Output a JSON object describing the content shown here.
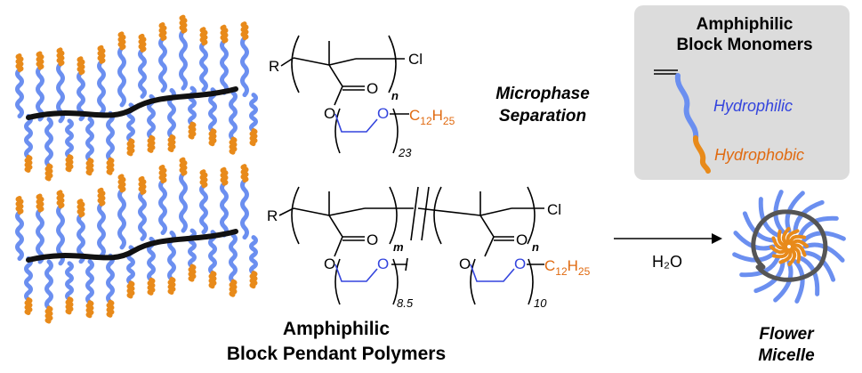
{
  "colors": {
    "hydrophilic": "#6b8ff0",
    "hydrophobic": "#e88a1a",
    "backbone": "#111111",
    "peg": "#3344dd",
    "alkyl": "#e06a10",
    "panel": "#dcdcdc"
  },
  "top_structure": {
    "r_group": "R",
    "end_group": "Cl",
    "repeat": "n",
    "carbonyl_o": "O",
    "ester_o": "O",
    "ether_o": "O",
    "alkyl": "C",
    "alkyl_c_sub": "12",
    "alkyl_h": "H",
    "alkyl_h_sub": "25",
    "peg_count": "23"
  },
  "bottom_structure": {
    "r_group": "R",
    "end_group": "Cl",
    "repeat_1": "m",
    "repeat_2": "n",
    "carbonyl_o_1": "O",
    "carbonyl_o_2": "O",
    "ester_o_1": "O",
    "ester_o_2": "O",
    "ether_o_1": "O",
    "ether_o_2": "O",
    "alkyl": "C",
    "alkyl_c_sub": "12",
    "alkyl_h": "H",
    "alkyl_h_sub": "25",
    "peg_count_1": "8.5",
    "peg_count_2": "10"
  },
  "microphase": {
    "line1": "Microphase",
    "line2": "Separation"
  },
  "legend": {
    "title_line1": "Amphiphilic",
    "title_line2": "Block Monomers",
    "hydrophilic": "Hydrophilic",
    "hydrophobic": "Hydrophobic"
  },
  "arrow_label": "H₂O",
  "polymer_caption": {
    "line1": "Amphiphilic",
    "line2": "Block Pendant Polymers"
  },
  "micelle_caption": {
    "line1": "Flower",
    "line2": "Micelle"
  }
}
